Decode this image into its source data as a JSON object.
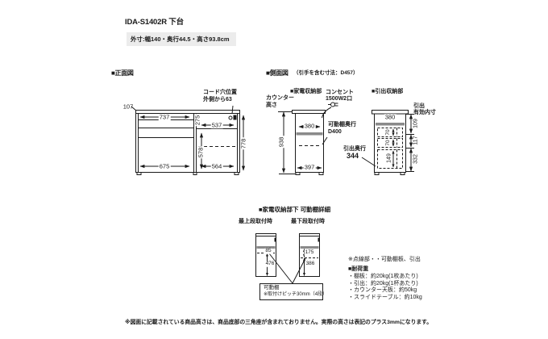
{
  "header": {
    "title": "IDA-S1402R 下台",
    "spec": "外寸:幅140・奥行44.5・高さ93.8cm"
  },
  "front": {
    "heading": "■正面図",
    "cord_note_line1": "コード穴位置",
    "cord_note_line2": "外側から63",
    "d107": "107",
    "d737": "737",
    "d275": "275",
    "d537": "537",
    "d778": "778",
    "d578": "578",
    "d675": "675",
    "d564": "564"
  },
  "side": {
    "heading": "■側面図",
    "heading_note": "（引手を含む寸法：D457）",
    "appliance_label": "■家電収納部",
    "counter_line1": "カウンター",
    "counter_line2": "高さ",
    "outlet_line1": "コンセント",
    "outlet_line2": "1500W2口",
    "shelf_depth_line1": "可動棚奥行",
    "shelf_depth_line2": "D400",
    "d938": "938",
    "d380a": "380",
    "d397": "397",
    "drawer_label": "■引出収納部",
    "inner_line1": "引出",
    "inner_line2": "有効内寸",
    "d380b": "380",
    "d70a": "70",
    "d70b": "70",
    "d149": "149",
    "d109": "109",
    "d117": "117",
    "d332": "332",
    "drawer_depth_label": "引出奥行",
    "drawer_depth_value": "344"
  },
  "detail": {
    "heading": "■家電収納部下 可動棚詳細",
    "left_label": "最上段取付時",
    "right_label": "最下段取付時",
    "d85": "85",
    "d476": "476",
    "d175": "175",
    "d386": "386",
    "callout_line1": "可動棚",
    "callout_line2": "※取付けピッチ30mm（4段）"
  },
  "notes": {
    "dotted": "※点線部・・可動棚板、引出",
    "load_heading": "■耐荷重",
    "load_items": [
      "・棚板：約20kg(1枚あたり)",
      "・引出：約20kg(1杯あたり)",
      "・カウンター天板：約50kg",
      "・スライドテーブル：約10kg"
    ],
    "footer": "※図面に記載されている商品高さは、商品底部の三角座が含まれておりません。実際の高さは表記のプラス3mmになります。"
  }
}
